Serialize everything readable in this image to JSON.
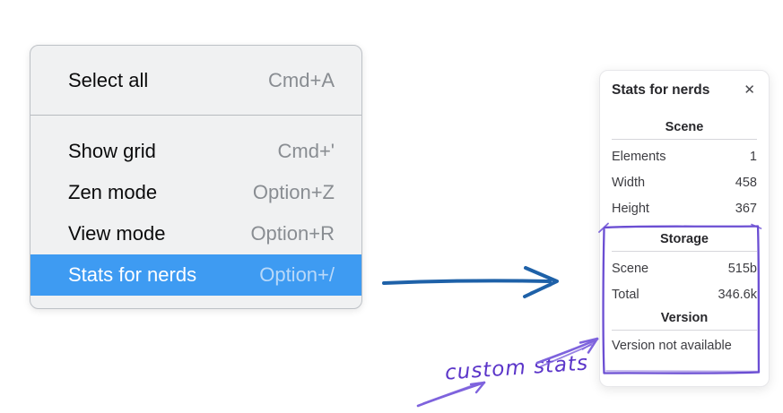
{
  "context_menu": {
    "items": [
      {
        "label": "Select all",
        "shortcut": "Cmd+A"
      },
      {
        "label": "Show grid",
        "shortcut": "Cmd+'"
      },
      {
        "label": "Zen mode",
        "shortcut": "Option+Z"
      },
      {
        "label": "View mode",
        "shortcut": "Option+R"
      },
      {
        "label": "Stats for nerds",
        "shortcut": "Option+/"
      }
    ],
    "selected_item": "Stats for nerds",
    "selection_color": "#3e9bf2"
  },
  "stats_panel": {
    "title": "Stats for nerds",
    "close_icon": "✕",
    "scene_section": {
      "heading": "Scene",
      "rows": [
        {
          "label": "Elements",
          "value": "1"
        },
        {
          "label": "Width",
          "value": "458"
        },
        {
          "label": "Height",
          "value": "367"
        }
      ]
    },
    "storage_section": {
      "heading": "Storage",
      "rows": [
        {
          "label": "Scene",
          "value": "515b"
        },
        {
          "label": "Total",
          "value": "346.6k"
        }
      ]
    },
    "version_section": {
      "heading": "Version",
      "note": "Version not available"
    }
  },
  "annotation": {
    "label": "custom stats",
    "color": "#6b4ed3"
  },
  "flow_arrow_color": "#1e61a8"
}
